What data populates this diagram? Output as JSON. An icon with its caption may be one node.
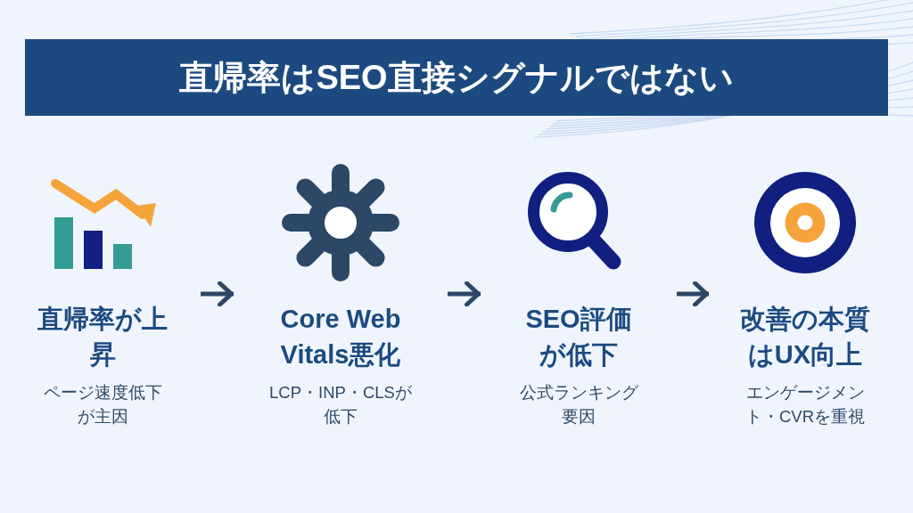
{
  "diagram": {
    "title": "直帰率はSEO直接シグナルではない",
    "nodes": [
      {
        "text": [
          "直帰率が上昇",
          "ページ速度低下が主因"
        ]
      },
      {
        "text": [
          "Core Web Vitals悪化",
          "LCP・INP・CLSが低下"
        ]
      },
      {
        "text": [
          "SEO評価が低下",
          "公式ランキング要因"
        ]
      },
      {
        "text": [
          "改善の本質はUX向上",
          "エンゲージメント・CVRを重視"
        ]
      }
    ],
    "edges": [
      {
        "from": 0,
        "to": 1,
        "arrow": "to"
      },
      {
        "from": 1,
        "to": 2,
        "arrow": "to"
      },
      {
        "from": 2,
        "to": 3,
        "arrow": "to"
      }
    ]
  }
}
